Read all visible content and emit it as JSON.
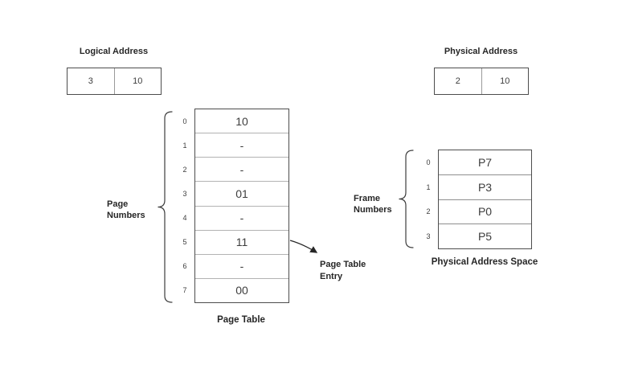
{
  "diagram": {
    "logical_address": {
      "title": "Logical Address",
      "cells": [
        "3",
        "10"
      ]
    },
    "physical_address": {
      "title": "Physical Address",
      "cells": [
        "2",
        "10"
      ]
    },
    "page_table": {
      "caption": "Page Table",
      "side_label_line1": "Page",
      "side_label_line2": "Numbers",
      "rows": [
        {
          "index": "0",
          "value": "10"
        },
        {
          "index": "1",
          "value": "-"
        },
        {
          "index": "2",
          "value": "-"
        },
        {
          "index": "3",
          "value": "01"
        },
        {
          "index": "4",
          "value": "-"
        },
        {
          "index": "5",
          "value": "11"
        },
        {
          "index": "6",
          "value": "-"
        },
        {
          "index": "7",
          "value": "00"
        }
      ]
    },
    "frame_table": {
      "caption": "Physical Address Space",
      "side_label_line1": "Frame",
      "side_label_line2": "Numbers",
      "rows": [
        {
          "index": "0",
          "value": "P7"
        },
        {
          "index": "1",
          "value": "P3"
        },
        {
          "index": "2",
          "value": "P0"
        },
        {
          "index": "3",
          "value": "P5"
        }
      ]
    },
    "annotation": {
      "line1": "Page Table",
      "line2": "Entry"
    },
    "colors": {
      "border": "#4d4d4d",
      "divider": "#b3b3b3",
      "text": "#333333",
      "background": "#ffffff"
    }
  }
}
